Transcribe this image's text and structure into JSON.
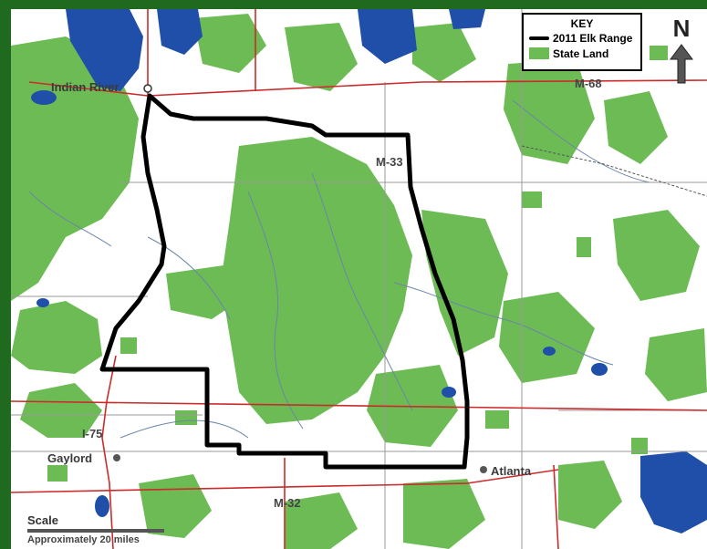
{
  "key": {
    "title": "KEY",
    "items": [
      {
        "label": "2011 Elk Range",
        "color": "#000000"
      },
      {
        "label": "State Land",
        "color": "#6dbb55"
      }
    ]
  },
  "north_label": "N",
  "places": [
    {
      "name": "Indian River"
    },
    {
      "name": "Gaylord"
    },
    {
      "name": "Atlanta"
    }
  ],
  "roads": [
    {
      "name": "M-68"
    },
    {
      "name": "M-33"
    },
    {
      "name": "I-75"
    },
    {
      "name": "M-32"
    }
  ],
  "scale": {
    "label": "Scale",
    "distance": "Approximately 20 miles"
  },
  "colors": {
    "frame": "#1f6a1f",
    "water": "#1f4fa8",
    "state_land": "#6dbb55",
    "range_line": "#000000",
    "highway": "#cc2b2b"
  }
}
